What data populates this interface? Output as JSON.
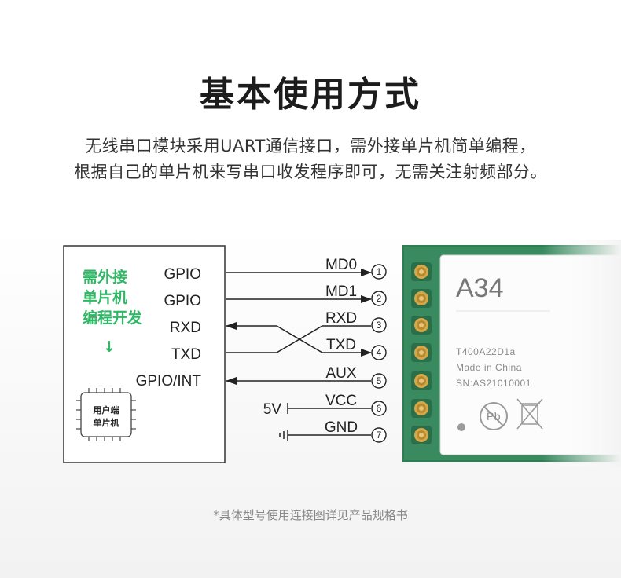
{
  "title": "基本使用方式",
  "subtitle_line1": "无线串口模块采用UART通信接口，需外接单片机简单编程，",
  "subtitle_line2": "根据自己的单片机来写串口收发程序即可，无需关注射频部分。",
  "mcu": {
    "note_line1": "需外接",
    "note_line2": "单片机",
    "note_line3": "编程开发",
    "arrow": "↓",
    "chip_line1": "用户端",
    "chip_line2": "单片机",
    "pins": [
      "GPIO",
      "GPIO",
      "RXD",
      "TXD",
      "GPIO/INT"
    ]
  },
  "signals": [
    {
      "label": "MD0",
      "num": "1",
      "direction": "to-module"
    },
    {
      "label": "MD1",
      "num": "2",
      "direction": "to-module"
    },
    {
      "label": "RXD",
      "num": "3",
      "direction": "to-mcu"
    },
    {
      "label": "TXD",
      "num": "4",
      "direction": "to-module"
    },
    {
      "label": "AUX",
      "num": "5",
      "direction": "to-mcu"
    },
    {
      "label": "VCC",
      "num": "6",
      "direction": "power",
      "source": "5V"
    },
    {
      "label": "GND",
      "num": "7",
      "direction": "ground"
    }
  ],
  "module": {
    "model": "A34",
    "part": "T400A22D1a",
    "made": "Made in China",
    "sn": "SN:AS21010001",
    "pb_mark": "Pb",
    "colors": {
      "pcb": "#2f7d54",
      "pad": "#c99a3a"
    }
  },
  "footnote": "*具体型号使用连接图详见产品规格书"
}
